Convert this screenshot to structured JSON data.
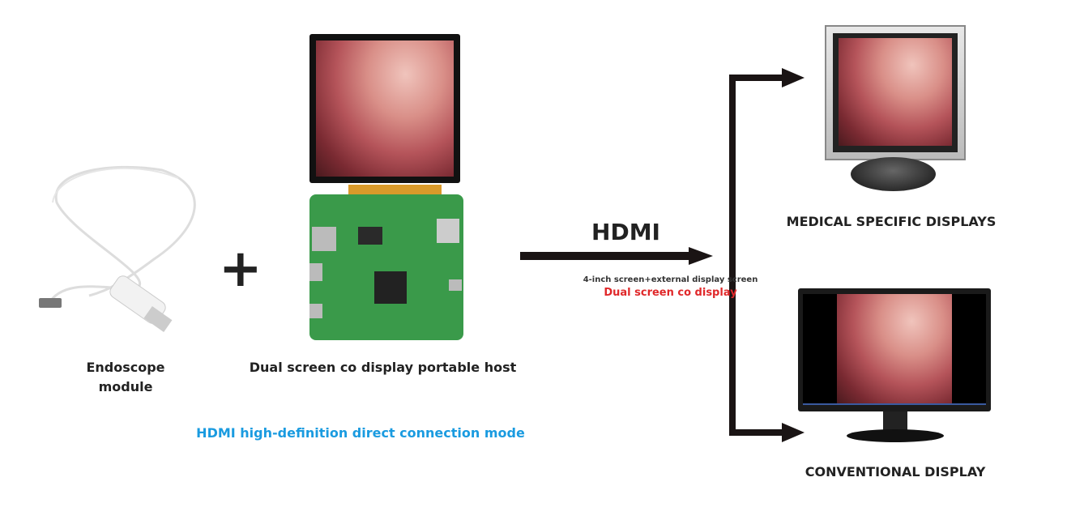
{
  "endoscope": {
    "label_line1": "Endoscope",
    "label_line2": "module"
  },
  "plus_sign": "+",
  "host": {
    "label": "Dual screen co display portable host"
  },
  "mode_label": "HDMI high-definition direct connection mode",
  "connection": {
    "title": "HDMI",
    "subtitle": "4-inch screen+external display screen",
    "highlight": "Dual screen co display"
  },
  "displays": [
    {
      "label": "MEDICAL SPECIFIC DISPLAYS"
    },
    {
      "label": "CONVENTIONAL DISPLAY"
    }
  ],
  "colors": {
    "mode_label": "#1a9be0",
    "highlight": "#e0282a",
    "arrow": "#1a1414",
    "pcb": "#3a9a4a"
  }
}
